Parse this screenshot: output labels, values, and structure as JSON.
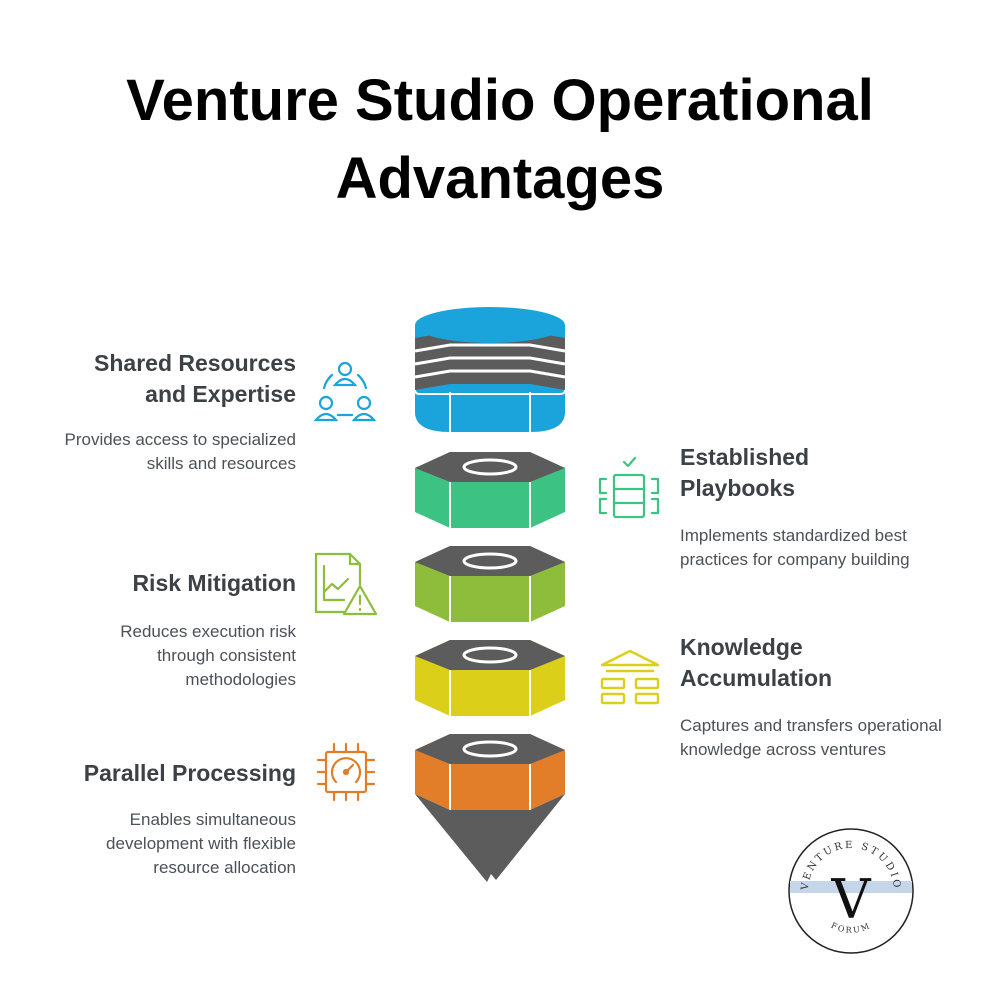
{
  "title": "Venture Studio Operational Advantages",
  "colors": {
    "blue": "#1aa4db",
    "green": "#3cc384",
    "lime": "#8dbd3a",
    "yellow": "#dccf19",
    "orange": "#e27d2a",
    "gray": "#5c5c5c"
  },
  "items": [
    {
      "heading": "Shared Resources and Expertise",
      "description": "Provides access to specialized skills and resources",
      "icon": "team-network-icon",
      "color": "#1aa4db"
    },
    {
      "heading": "Established Playbooks",
      "description": "Implements standardized best practices for company building",
      "icon": "playbook-checklist-icon",
      "color": "#3cc384"
    },
    {
      "heading": "Risk Mitigation",
      "description": "Reduces execution risk through consistent methodologies",
      "icon": "risk-chart-warning-icon",
      "color": "#8dbd3a"
    },
    {
      "heading": "Knowledge Accumulation",
      "description": "Captures and transfers operational knowledge across ventures",
      "icon": "knowledge-building-icon",
      "color": "#dccf19"
    },
    {
      "heading": "Parallel Processing",
      "description": "Enables simultaneous development with flexible resource allocation",
      "icon": "processor-chip-icon",
      "color": "#e27d2a"
    }
  ],
  "logo": {
    "top_text": "VENTURE STUDIO",
    "letter": "V",
    "bottom_text": "FORUM"
  }
}
